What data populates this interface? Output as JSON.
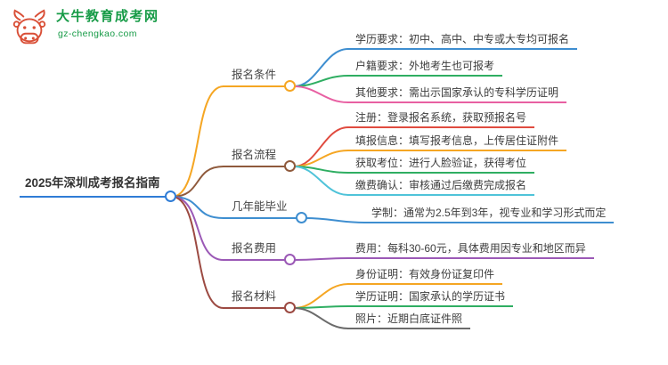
{
  "logo": {
    "site_name": "大牛教育成考网",
    "site_domain": "gz-chengkao.com"
  },
  "central": {
    "label": "2025年深圳成考报名指南",
    "underline_color": "#2f7cd6"
  },
  "branches": [
    {
      "label": "报名条件",
      "color": "#f5a623",
      "children": [
        {
          "text": "学历要求：初中、高中、中专或大专均可报名",
          "color": "#3e8ed0"
        },
        {
          "text": "户籍要求：外地考生也可报考",
          "color": "#2fae62"
        },
        {
          "text": "其他要求：需出示国家承认的专科学历证明",
          "color": "#e85fa2"
        }
      ]
    },
    {
      "label": "报名流程",
      "color": "#8f5a3c",
      "children": [
        {
          "text": "注册：登录报名系统，获取预报名号",
          "color": "#e04b3f"
        },
        {
          "text": "填报信息：填写报考信息，上传居住证附件",
          "color": "#f5a623"
        },
        {
          "text": "获取考位：进行人脸验证，获得考位",
          "color": "#2fae62"
        },
        {
          "text": "缴费确认：审核通过后缴费完成报名",
          "color": "#4fc3d9"
        }
      ]
    },
    {
      "label": "几年能毕业",
      "color": "#3e8ed0",
      "children": [
        {
          "text": "学制：通常为2.5年到3年，视专业和学习形式而定",
          "color": "#3e8ed0"
        }
      ]
    },
    {
      "label": "报名费用",
      "color": "#9b59b6",
      "children": [
        {
          "text": "费用：每科30-60元，具体费用因专业和地区而异",
          "color": "#9b59b6"
        }
      ]
    },
    {
      "label": "报名材料",
      "color": "#9c4a42",
      "children": [
        {
          "text": "身份证明：有效身份证复印件",
          "color": "#f5a623"
        },
        {
          "text": "学历证明：国家承认的学历证书",
          "color": "#2fae62"
        },
        {
          "text": "照片：近期白底证件照",
          "color": "#6b6b6b"
        }
      ]
    }
  ],
  "colors": {
    "logo_green": "#179b47",
    "logo_red": "#d94f37",
    "central_underline": "#2f7cd6"
  }
}
